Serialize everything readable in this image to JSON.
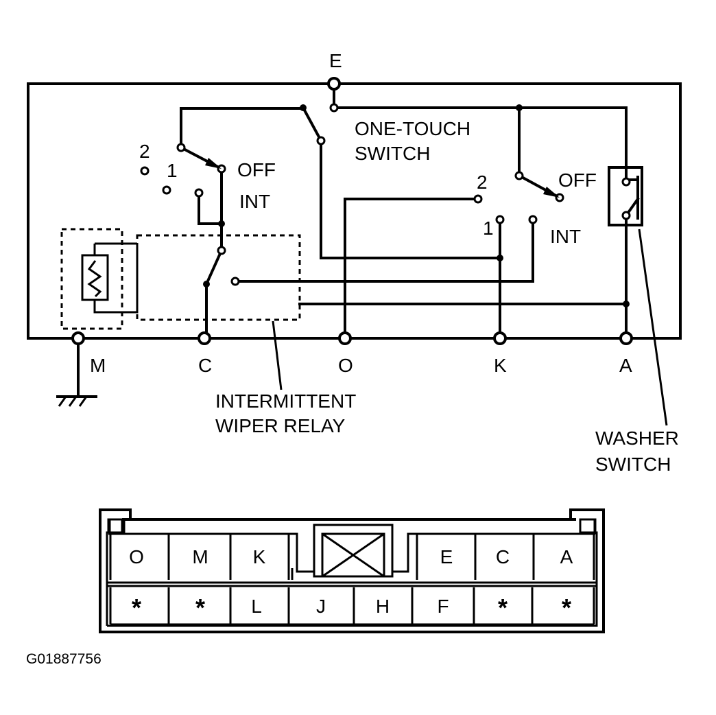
{
  "terminals": {
    "e": "E",
    "m": "M",
    "c": "C",
    "o": "O",
    "k": "K",
    "a": "A"
  },
  "switch_labels": {
    "left_pos2": "2",
    "left_pos1": "1",
    "left_off": "OFF",
    "left_int": "INT",
    "right_pos2": "2",
    "right_pos1": "1",
    "right_off": "OFF",
    "right_int": "INT"
  },
  "callouts": {
    "one_touch_line1": "ONE-TOUCH",
    "one_touch_line2": "SWITCH",
    "relay_line1": "INTERMITTENT",
    "relay_line2": "WIPER RELAY",
    "washer_line1": "WASHER",
    "washer_line2": "SWITCH"
  },
  "connector": {
    "top_row": [
      "O",
      "M",
      "K",
      "E",
      "C",
      "A"
    ],
    "bottom_row": [
      "*",
      "*",
      "L",
      "J",
      "H",
      "F",
      "*",
      "*"
    ]
  },
  "figure_id": "G01887756"
}
